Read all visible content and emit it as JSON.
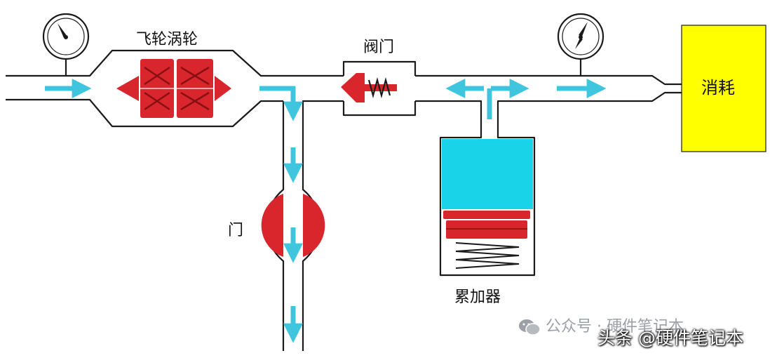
{
  "labels": {
    "turbine": "飞轮涡轮",
    "valve": "阀门",
    "door": "门",
    "accumulator": "累加器",
    "consume": "消耗"
  },
  "watermark": {
    "public_account": "公众号 · 硬件笔记本",
    "brand": "头条 @硬件笔记本"
  },
  "colors": {
    "pipe_outline": "#1a1a1a",
    "flow_arrow": "#3fc6de",
    "component_red": "#d8262c",
    "accumulator_fluid": "#19d3e8",
    "consumer_fill": "#ffff00",
    "watermark_grey": "#9aa0a6"
  },
  "icons": [
    "pressure-gauge-icon",
    "flow-arrow-icon",
    "wechat-icon"
  ]
}
